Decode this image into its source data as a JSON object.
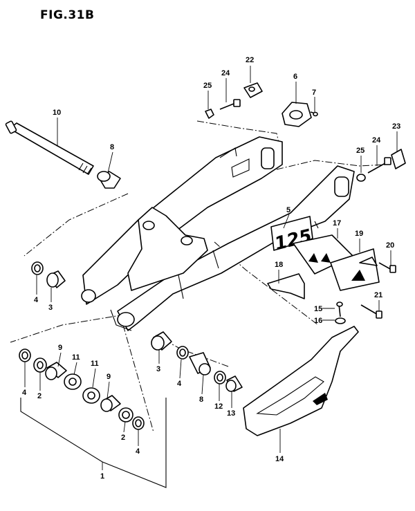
{
  "figure": {
    "title": "FIG.31B"
  },
  "swingarm_marking": "125",
  "labels": [
    {
      "id": "l10",
      "text": "10"
    },
    {
      "id": "l8a",
      "text": "8"
    },
    {
      "id": "l22",
      "text": "22"
    },
    {
      "id": "l24a",
      "text": "24"
    },
    {
      "id": "l25a",
      "text": "25"
    },
    {
      "id": "l6",
      "text": "6"
    },
    {
      "id": "l7",
      "text": "7"
    },
    {
      "id": "l23",
      "text": "23"
    },
    {
      "id": "l24b",
      "text": "24"
    },
    {
      "id": "l25b",
      "text": "25"
    },
    {
      "id": "l5",
      "text": "5"
    },
    {
      "id": "l17",
      "text": "17"
    },
    {
      "id": "l19",
      "text": "19"
    },
    {
      "id": "l20",
      "text": "20"
    },
    {
      "id": "l18",
      "text": "18"
    },
    {
      "id": "l21",
      "text": "21"
    },
    {
      "id": "l15",
      "text": "15"
    },
    {
      "id": "l16",
      "text": "16"
    },
    {
      "id": "l4a",
      "text": "4"
    },
    {
      "id": "l3a",
      "text": "3"
    },
    {
      "id": "l9a",
      "text": "9"
    },
    {
      "id": "l11a",
      "text": "11"
    },
    {
      "id": "l11b",
      "text": "11"
    },
    {
      "id": "l9b",
      "text": "9"
    },
    {
      "id": "l3b",
      "text": "3"
    },
    {
      "id": "l4b",
      "text": "4"
    },
    {
      "id": "l4c",
      "text": "4"
    },
    {
      "id": "l2a",
      "text": "2"
    },
    {
      "id": "l8b",
      "text": "8"
    },
    {
      "id": "l12",
      "text": "12"
    },
    {
      "id": "l13",
      "text": "13"
    },
    {
      "id": "l2b",
      "text": "2"
    },
    {
      "id": "l4d",
      "text": "4"
    },
    {
      "id": "l14",
      "text": "14"
    },
    {
      "id": "l1",
      "text": "1"
    }
  ]
}
